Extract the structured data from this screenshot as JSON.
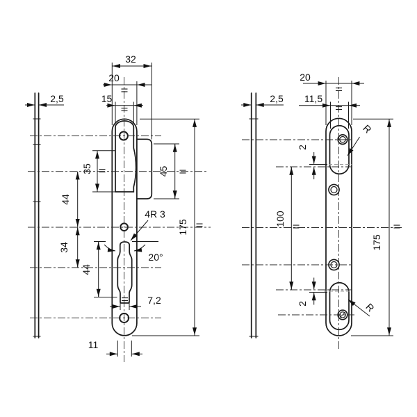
{
  "colors": {
    "background": "#ffffff",
    "line": "#1a1a1a",
    "text": "#111111"
  },
  "left_view": {
    "side": {
      "thickness": "2,5"
    },
    "front": {
      "overall_width": "32",
      "plate_width": "20",
      "latch_cutout_width": "15",
      "latch_cutout_height": "35",
      "tab_height": "45",
      "spacing_upper": "44",
      "spacing_middle": "34",
      "bolt_slot_length": "44",
      "corner_radius_note": "4R 3",
      "bend_angle": "20°",
      "bolt_slot_waist": "7,2",
      "bolt_slot_width": "11",
      "overall_height": "175"
    }
  },
  "right_view": {
    "side": {
      "thickness": "2,5"
    },
    "front": {
      "plate_width": "20",
      "screw_slot_width": "11,5",
      "slot_end_offset_top": "2",
      "slot_spacing": "100",
      "slot_end_offset_bottom": "2",
      "overall_height": "175",
      "radius_label_top": "R",
      "radius_label_bottom": "R"
    }
  }
}
